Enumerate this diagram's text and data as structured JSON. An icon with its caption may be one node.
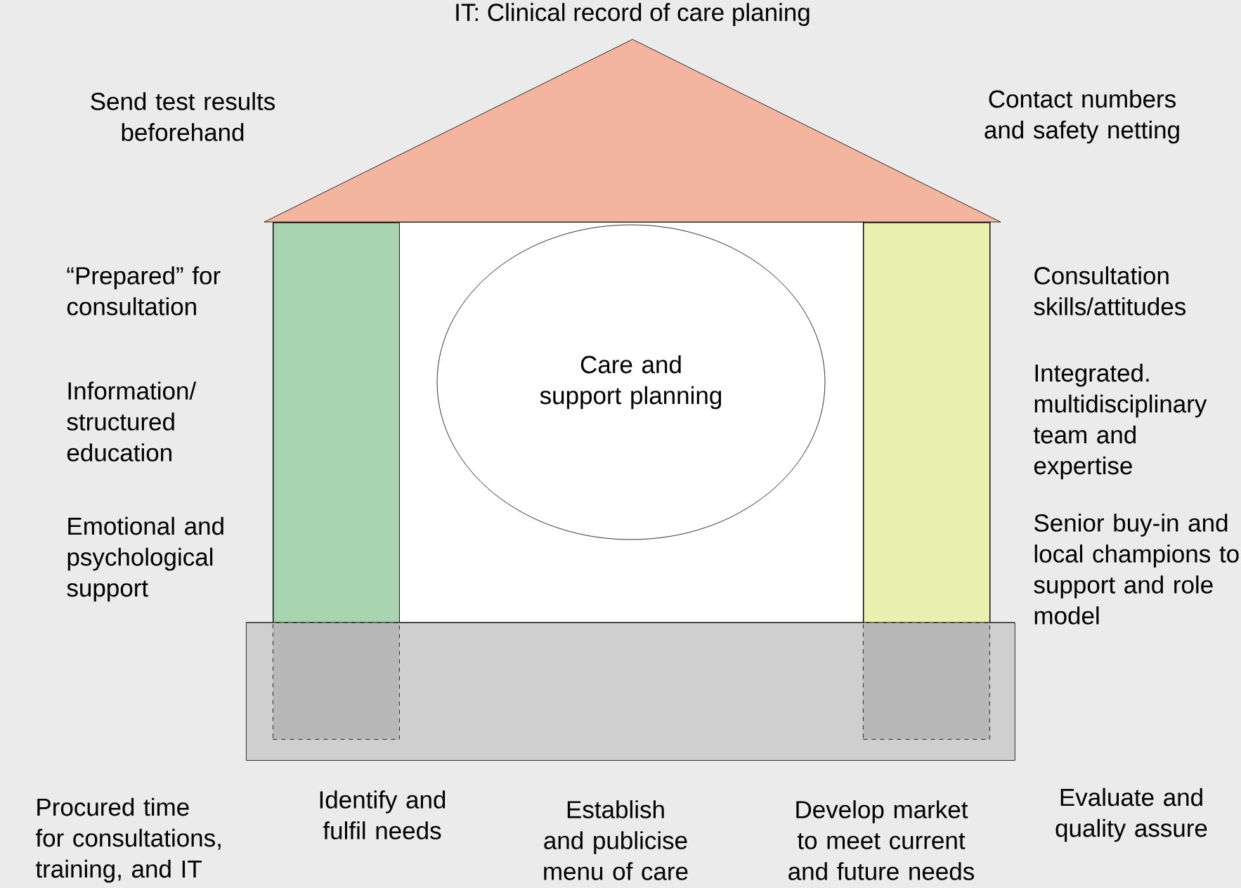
{
  "diagram": {
    "nodes": [
      {
        "text": [
          "IT: Clinical record of care planing"
        ]
      },
      {
        "text": [],
        "shape": "bar"
      },
      {
        "text": [],
        "shape": "box"
      },
      {
        "text": [
          "Care and support planning"
        ],
        "in": 2
      },
      {
        "text": [],
        "shape": "bar"
      },
      {
        "text": [],
        "shape": "box"
      },
      {
        "text": [],
        "shape": "box",
        "in": 5
      },
      {
        "text": [],
        "shape": "box",
        "in": 5
      }
    ],
    "edges": [],
    "labels": [
      "Send test results beforehand",
      "Contact numbers and safety netting",
      "“Prepared” for consultation",
      "Consultation skills/attitudes",
      "Information/ structured education",
      "Integrated. multidisciplinary team and expertise",
      "Emotional and psychological support",
      "Senior buy-in and local champions to support and role model",
      "Procured time for consultations, training, and IT",
      "Identify and fulfil needs",
      "Establish and publicise menu of care",
      "Develop market to meet current and future needs",
      "Evaluate and quality assure"
    ]
  }
}
